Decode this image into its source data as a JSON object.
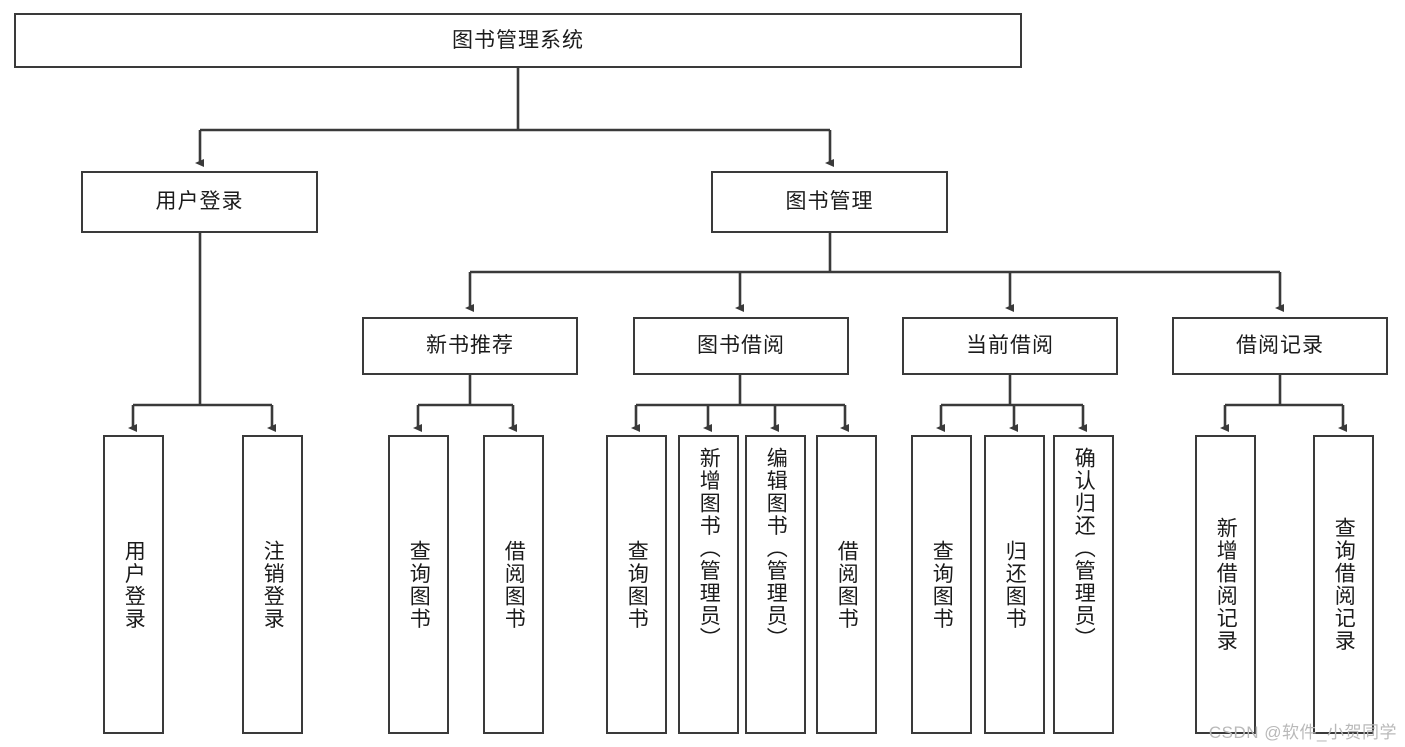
{
  "diagram": {
    "title": "图书管理系统",
    "watermark": "CSDN @软件_小贺同学",
    "root": {
      "label": "图书管理系统"
    },
    "level2": [
      {
        "label": "用户登录"
      },
      {
        "label": "图书管理"
      }
    ],
    "level3": [
      {
        "label": "新书推荐"
      },
      {
        "label": "图书借阅"
      },
      {
        "label": "当前借阅"
      },
      {
        "label": "借阅记录"
      }
    ],
    "leaves": {
      "user_login": [
        {
          "label": "用户登录"
        },
        {
          "label": "注销登录"
        }
      ],
      "new_book_recommend": [
        {
          "label": "查询图书"
        },
        {
          "label": "借阅图书"
        }
      ],
      "book_borrow": [
        {
          "label": "查询图书"
        },
        {
          "label": "新增图书（管理员）"
        },
        {
          "label": "编辑图书（管理员）"
        },
        {
          "label": "借阅图书"
        }
      ],
      "current_borrow": [
        {
          "label": "查询图书"
        },
        {
          "label": "归还图书"
        },
        {
          "label": "确认归还（管理员）"
        }
      ],
      "borrow_record": [
        {
          "label": "新增借阅记录"
        },
        {
          "label": "查询借阅记录"
        }
      ]
    },
    "colors": {
      "stroke": "#3a3a3a",
      "text": "#1b1b1b",
      "background": "#ffffff",
      "watermark": "#b9b9b9"
    }
  }
}
